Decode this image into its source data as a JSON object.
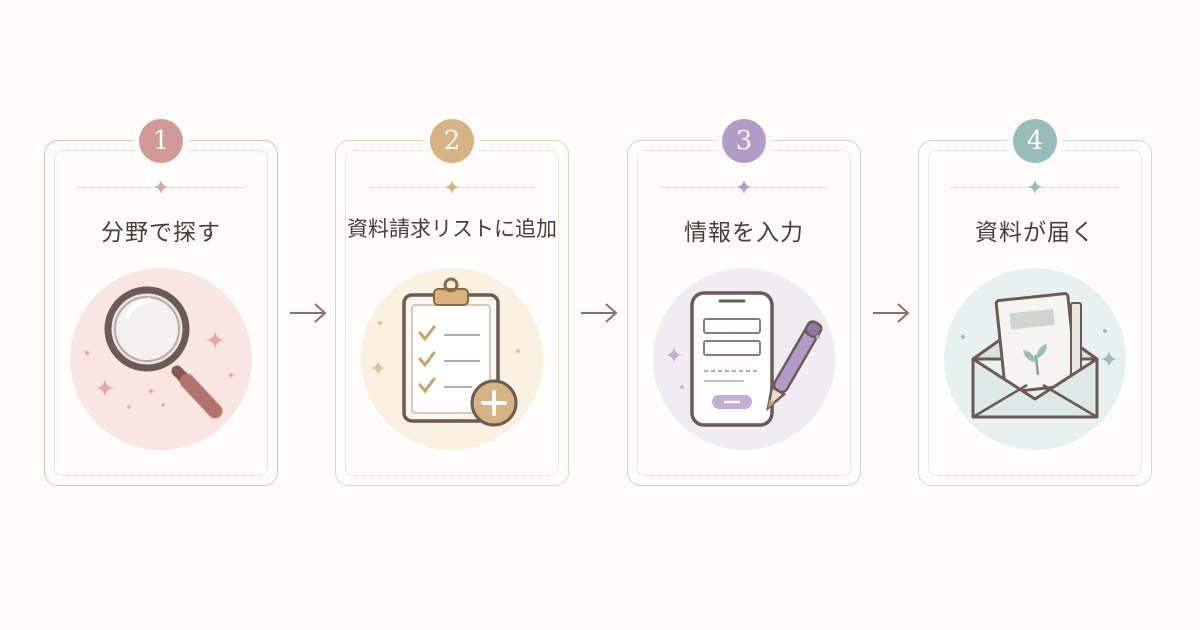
{
  "steps": [
    {
      "number": "1",
      "title": "分野で探す",
      "icon": "magnifier-icon",
      "color": "#d39a95",
      "bg": "#f9e6e3"
    },
    {
      "number": "2",
      "title": "資料請求リストに追加",
      "icon": "clipboard-checklist-icon",
      "color": "#d6b383",
      "bg": "#faf1e0"
    },
    {
      "number": "3",
      "title": "情報を入力",
      "icon": "smartphone-pen-icon",
      "color": "#b39bc7",
      "bg": "#f1ebf4"
    },
    {
      "number": "4",
      "title": "資料が届く",
      "icon": "envelope-document-icon",
      "color": "#97bcb9",
      "bg": "#e7f1ef"
    }
  ],
  "arrow_color": "#8a6f6a"
}
